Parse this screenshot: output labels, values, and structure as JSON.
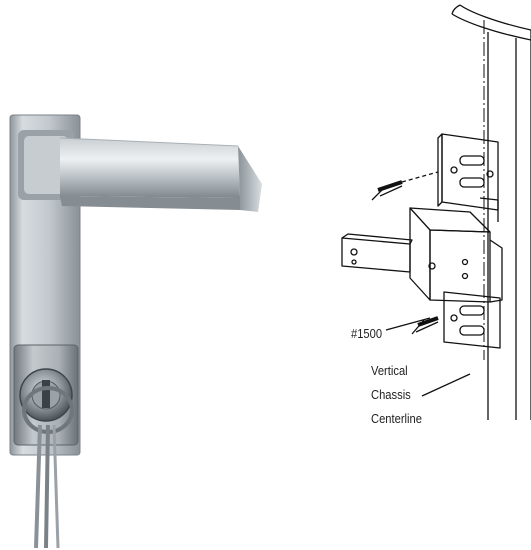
{
  "diagram": {
    "part_label": "#1500",
    "centerline_label": [
      "Vertical",
      "Chassis",
      "Centerline"
    ]
  },
  "colors": {
    "line": "#111111",
    "metal_light": "#e3e7ea",
    "metal_mid": "#b6bcc2",
    "metal_dark": "#7d858c"
  },
  "icons": {
    "photo": "lever-handle-with-key-cylinder",
    "drawing": "mounting-bracket-line-drawing"
  }
}
